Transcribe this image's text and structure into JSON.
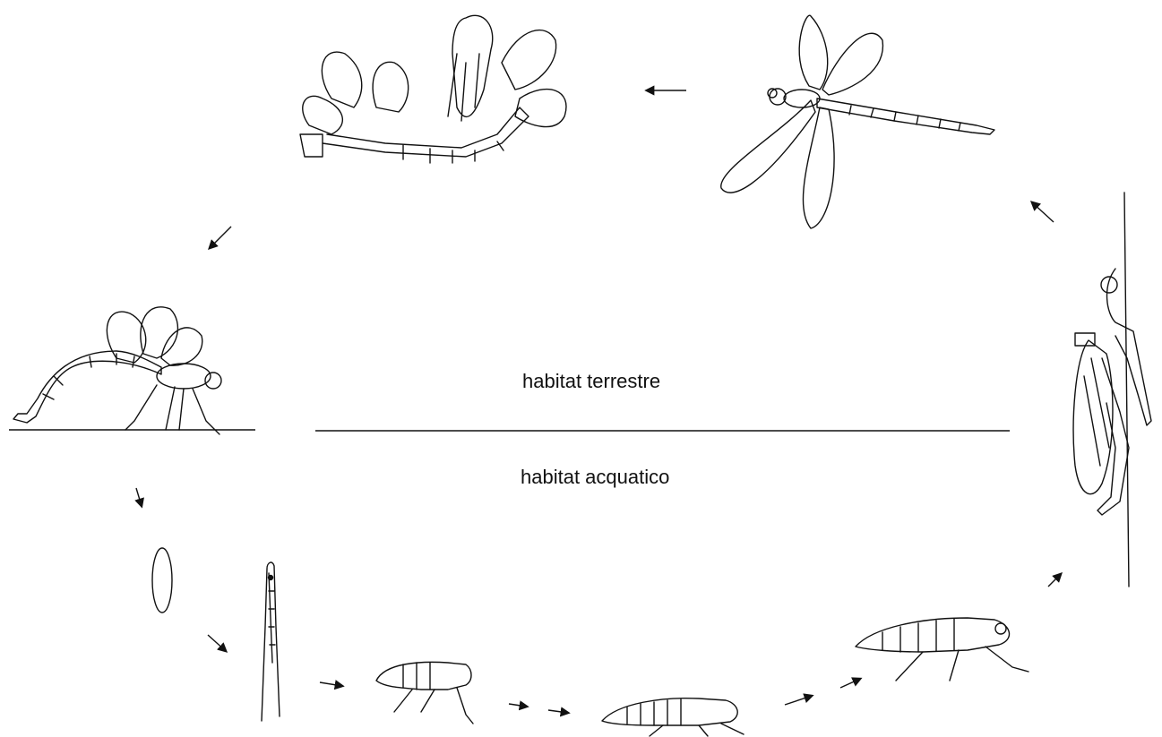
{
  "labels": {
    "terrestrial": "habitat terrestre",
    "aquatic": "habitat acquatico"
  },
  "stages": [
    {
      "name": "adult-dragonfly-flying"
    },
    {
      "name": "mating-pair"
    },
    {
      "name": "female-laying-eggs"
    },
    {
      "name": "egg"
    },
    {
      "name": "prolarva-in-plant-stem"
    },
    {
      "name": "larva-young"
    },
    {
      "name": "larva-intermediate"
    },
    {
      "name": "larva-mature"
    },
    {
      "name": "adult-emerging-from-exuvia"
    }
  ],
  "colors": {
    "ink": "#111111",
    "background": "#ffffff"
  }
}
